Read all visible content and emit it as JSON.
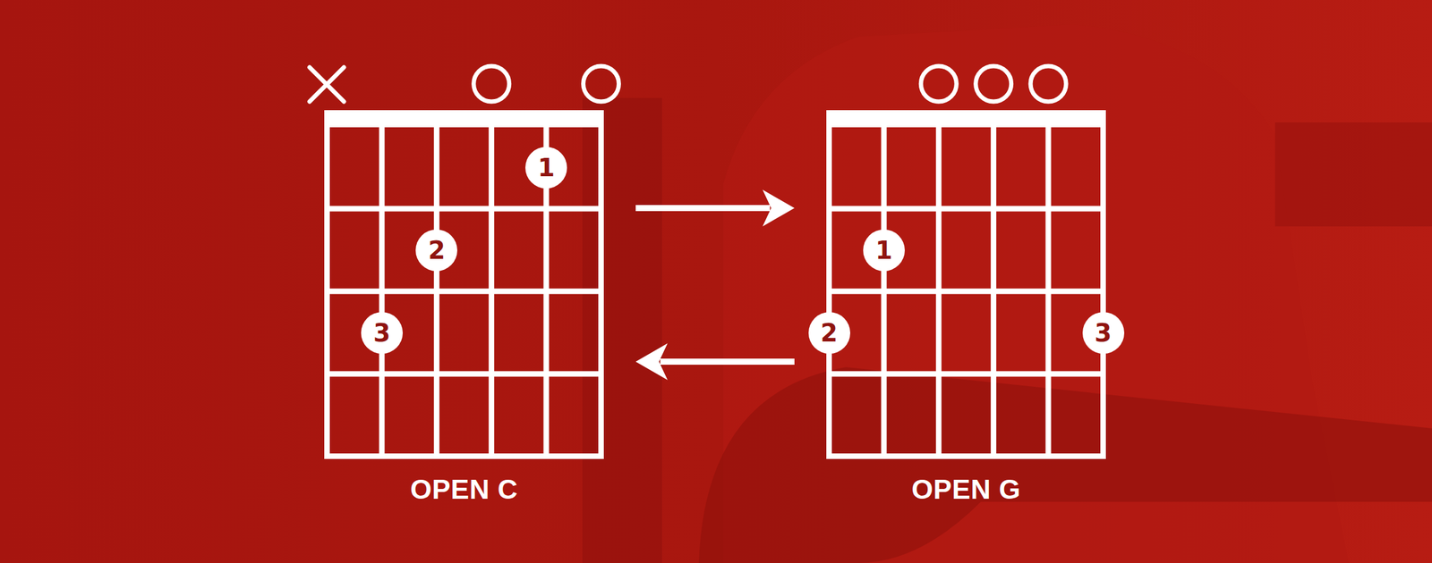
{
  "diagram": {
    "nodes": [
      {
        "text": [
          "OPEN C"
        ]
      },
      {
        "text": [
          "1"
        ],
        "in": 0
      },
      {
        "text": [
          "2"
        ],
        "in": 0
      },
      {
        "text": [
          "3"
        ],
        "in": 0
      },
      {
        "text": [
          "OPEN G"
        ]
      },
      {
        "text": [
          "1"
        ],
        "in": 4
      },
      {
        "text": [
          "2"
        ],
        "in": 4
      },
      {
        "text": [
          "3"
        ],
        "in": 4
      }
    ],
    "edges": [
      {
        "from": 0,
        "to": 4,
        "arrow": "to"
      },
      {
        "from": 4,
        "to": 0,
        "arrow": "to"
      }
    ]
  }
}
